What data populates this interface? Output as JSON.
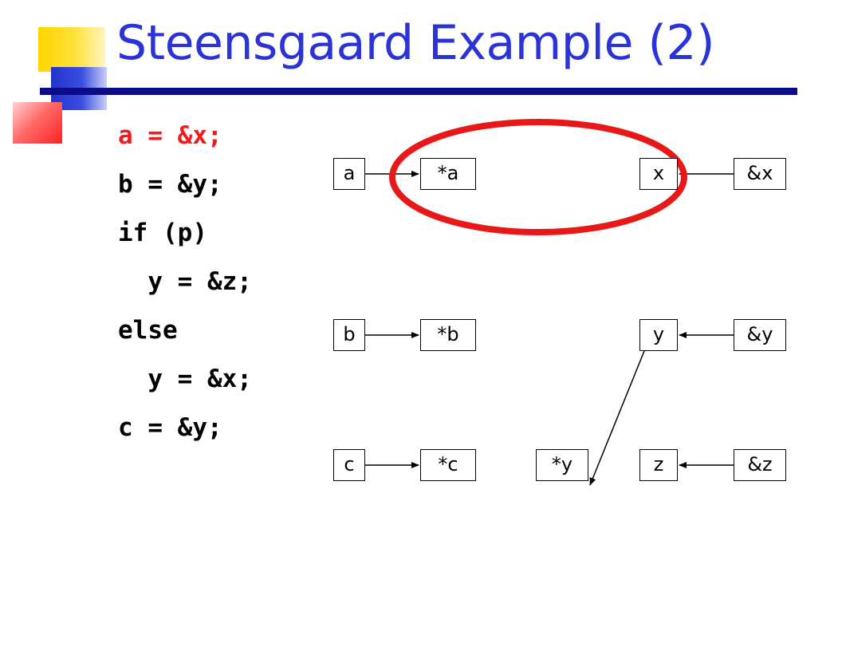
{
  "slide": {
    "title": "Steensgaard Example (2)",
    "title_color": "#2a33d8",
    "rule_color": "#0c0c88",
    "highlight_color": "#ee1c1c",
    "code_lines": [
      {
        "text": "a = &x;",
        "highlighted": true
      },
      {
        "text": "b = &y;",
        "highlighted": false
      },
      {
        "text": "if (p)",
        "highlighted": false
      },
      {
        "text": "  y = &z;",
        "highlighted": false
      },
      {
        "text": "else",
        "highlighted": false
      },
      {
        "text": "  y = &x;",
        "highlighted": false
      },
      {
        "text": "c = &y;",
        "highlighted": false
      }
    ]
  },
  "diagram": {
    "nodes": {
      "a": "a",
      "star_a": "*a",
      "x": "x",
      "amp_x": "&x",
      "b": "b",
      "star_b": "*b",
      "y": "y",
      "amp_y": "&y",
      "c": "c",
      "star_c": "*c",
      "star_y": "*y",
      "z": "z",
      "amp_z": "&z"
    },
    "edges": [
      {
        "from": "a",
        "to": "*a"
      },
      {
        "from": "&x",
        "to": "x"
      },
      {
        "from": "b",
        "to": "*b"
      },
      {
        "from": "&y",
        "to": "y"
      },
      {
        "from": "y",
        "to": "*y"
      },
      {
        "from": "c",
        "to": "*c"
      },
      {
        "from": "&z",
        "to": "z"
      }
    ],
    "circle_color": "#e81818",
    "circled_nodes": [
      "*a",
      "x"
    ]
  }
}
